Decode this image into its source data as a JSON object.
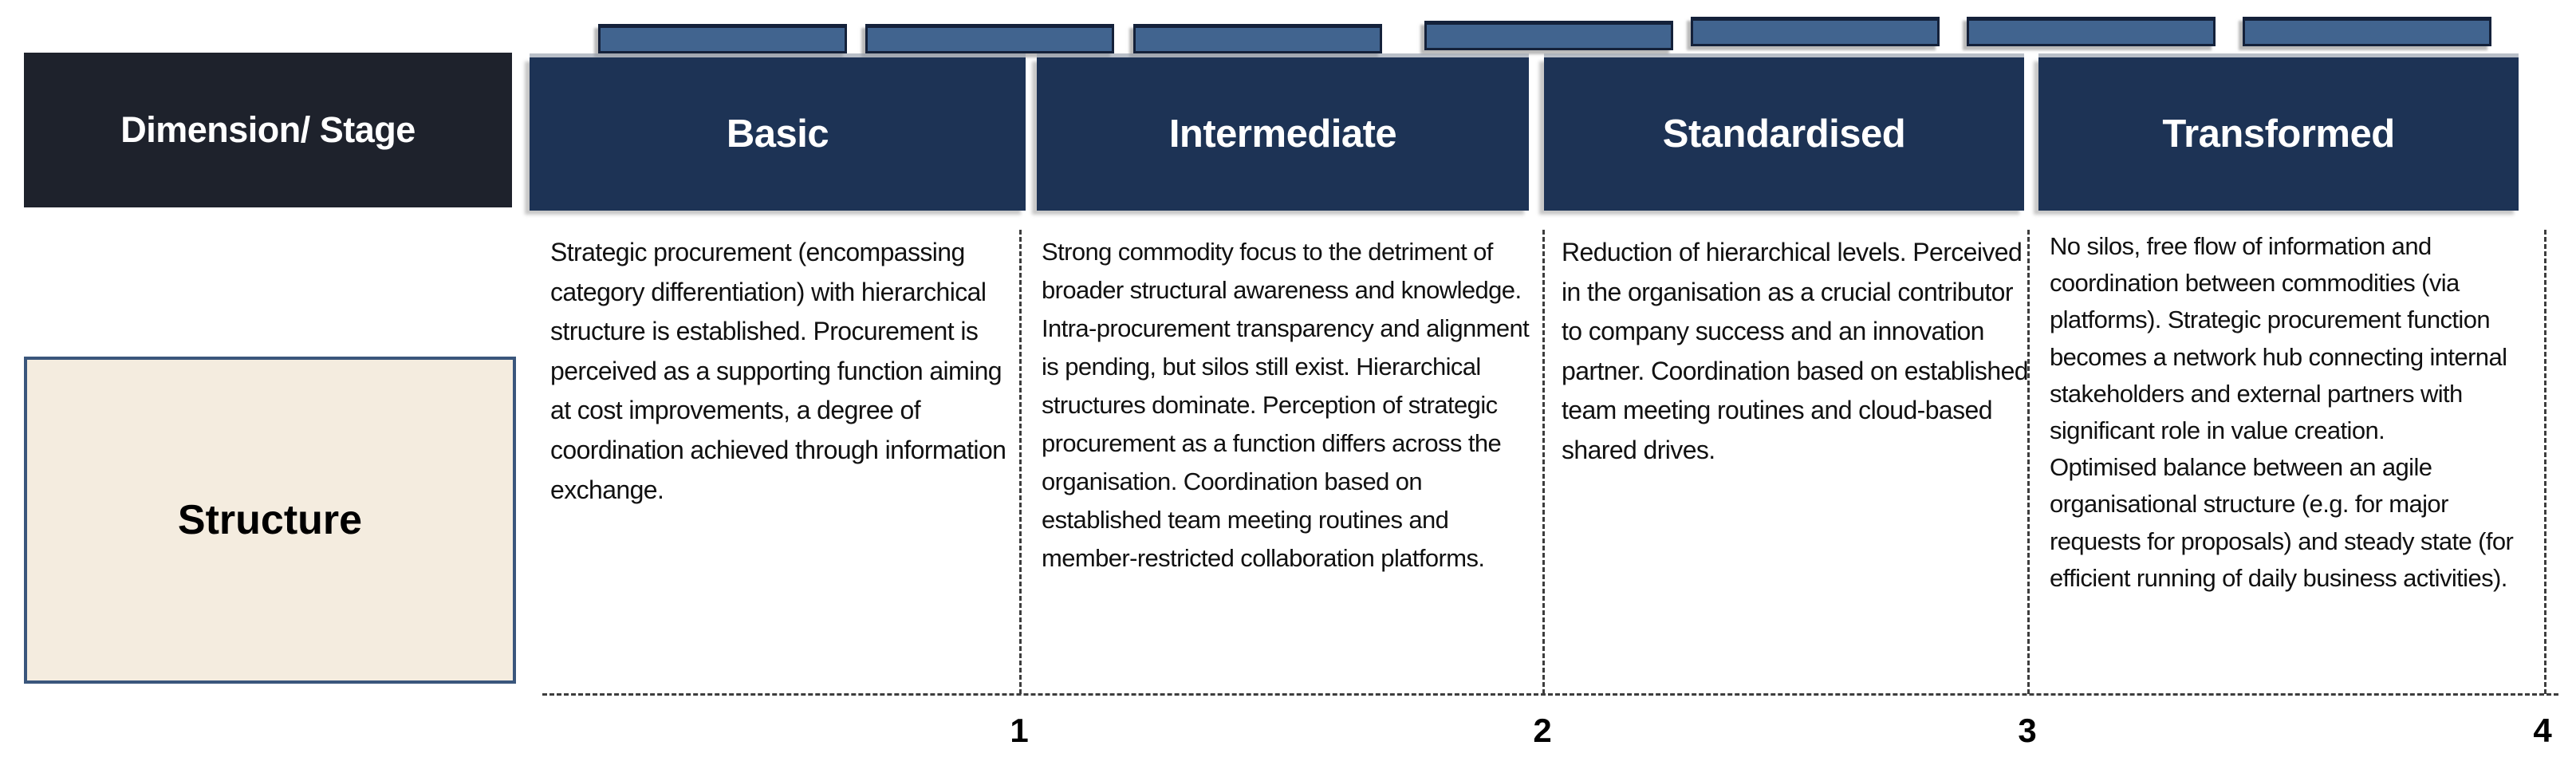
{
  "table": {
    "corner_label": "Dimension/ Stage",
    "dimension_label": "Structure",
    "stages": [
      {
        "label": "Basic",
        "description": "Strategic procurement (encompassing category differentiation) with hierarchical structure is established. Procurement is perceived as a supporting function aiming at cost improvements, a degree of coordination achieved through information exchange."
      },
      {
        "label": "Intermediate",
        "description": "Strong commodity focus to the detriment of broader structural awareness and knowledge. Intra-procurement transparency and alignment is pending, but silos still exist. Hierarchical structures dominate. Perception of strategic procurement as a function differs across the organisation. Coordination based on established team meeting routines and member-restricted collaboration platforms."
      },
      {
        "label": "Standardised",
        "description": "Reduction of hierarchical levels. Perceived in the organisation as a crucial contributor to company success and an innovation partner. Coordination based on established team meeting routines and cloud-based shared drives."
      },
      {
        "label": "Transformed",
        "description": "No silos, free flow of information and coordination between commodities (via platforms). Strategic procurement function becomes a network hub connecting internal stakeholders and external partners with significant role in value creation.\nOptimised balance between an agile organisational structure (e.g. for major requests for proposals) and steady state (for efficient running of daily business activities)."
      }
    ]
  },
  "scale_axis": {
    "ticks": [
      "1",
      "2",
      "3",
      "4"
    ]
  },
  "colors": {
    "stage_header_bg": "#1d3355",
    "stage_header_text": "#ffffff",
    "corner_bg": "#1e222c",
    "corner_text": "#ffffff",
    "bar_fill": "#41648f",
    "bar_border": "#14213a",
    "dimension_bg": "#f4ecdf",
    "dimension_border": "#3a567c",
    "body_text": "#111111",
    "dash_color": "#3d3d3d",
    "tick_text": "#000000"
  }
}
